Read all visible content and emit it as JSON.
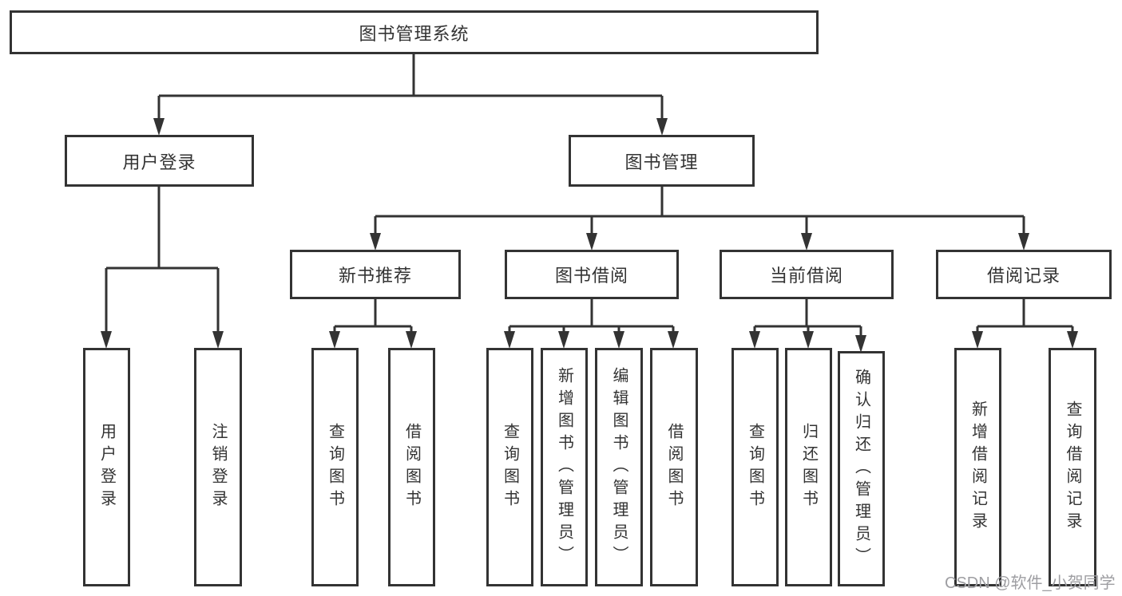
{
  "tree": {
    "label": "图书管理系统",
    "children": [
      {
        "label": "用户登录",
        "children": [
          {
            "label": "用户登录"
          },
          {
            "label": "注销登录"
          }
        ]
      },
      {
        "label": "图书管理",
        "children": [
          {
            "label": "新书推荐",
            "children": [
              {
                "label": "查询图书"
              },
              {
                "label": "借阅图书"
              }
            ]
          },
          {
            "label": "图书借阅",
            "children": [
              {
                "label": "查询图书"
              },
              {
                "label": "新增图书（管理员）"
              },
              {
                "label": "编辑图书（管理员）"
              },
              {
                "label": "借阅图书"
              }
            ]
          },
          {
            "label": "当前借阅",
            "children": [
              {
                "label": "查询图书"
              },
              {
                "label": "归还图书"
              },
              {
                "label": "确认归还（管理员）"
              }
            ]
          },
          {
            "label": "借阅记录",
            "children": [
              {
                "label": "新增借阅记录"
              },
              {
                "label": "查询借阅记录"
              }
            ]
          }
        ]
      }
    ]
  },
  "watermark": {
    "text": "CSDN @软件_小贺同学"
  },
  "colors": {
    "line": "#333333",
    "text": "#333333",
    "box_background": "#ffffff",
    "page_background": "#ffffff",
    "watermark": "#9e9ea2"
  }
}
